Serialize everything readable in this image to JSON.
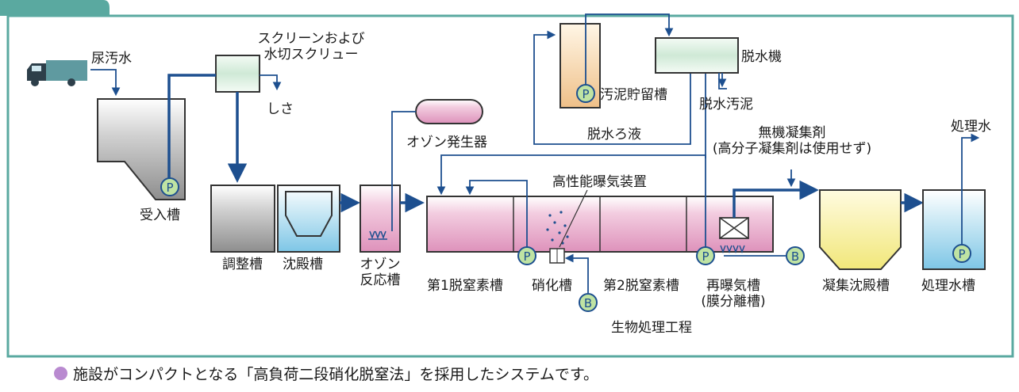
{
  "labels": {
    "urine": "尿汚水",
    "screen": "スクリーンおよび\n水切スクリュー",
    "grit": "しさ",
    "receiving": "受入槽",
    "adjust": "調整槽",
    "settle": "沈殿槽",
    "ozone_gen": "オゾン発生器",
    "ozone_react": "オゾン\n反応槽",
    "sludge_store": "汚泥貯留槽",
    "dewater": "脱水機",
    "dewater_sludge": "脱水汚泥",
    "filtrate": "脱水ろ液",
    "coagulant": "無機凝集剤\n(高分子凝集剤は使用せず)",
    "aerator": "高性能曝気装置",
    "denit1": "第1脱窒素槽",
    "nitrif": "硝化槽",
    "denit2": "第2脱窒素槽",
    "reaer": "再曝気槽\n(膜分離槽)",
    "coag_settle": "凝集沈殿槽",
    "treated_tank": "処理水槽",
    "treated_water": "処理水",
    "bio_process": "生物処理工程",
    "pump": "P",
    "blower": "B"
  },
  "note": "施設がコンパクトとなる「高負荷二段硝化脱窒法」を採用したシステムです。",
  "colors": {
    "pipe": "#1d4f8f",
    "frame": "#5aa9a0",
    "pink": "#e7a7c8",
    "cyan": "#9fd6ec",
    "gray": "#9a9a9a",
    "yellow": "#f5ed8f",
    "accent": "#b98ad0"
  },
  "icons": [
    "truck-icon",
    "pump-icon",
    "blower-icon",
    "diffuser-icon",
    "membrane-icon"
  ]
}
